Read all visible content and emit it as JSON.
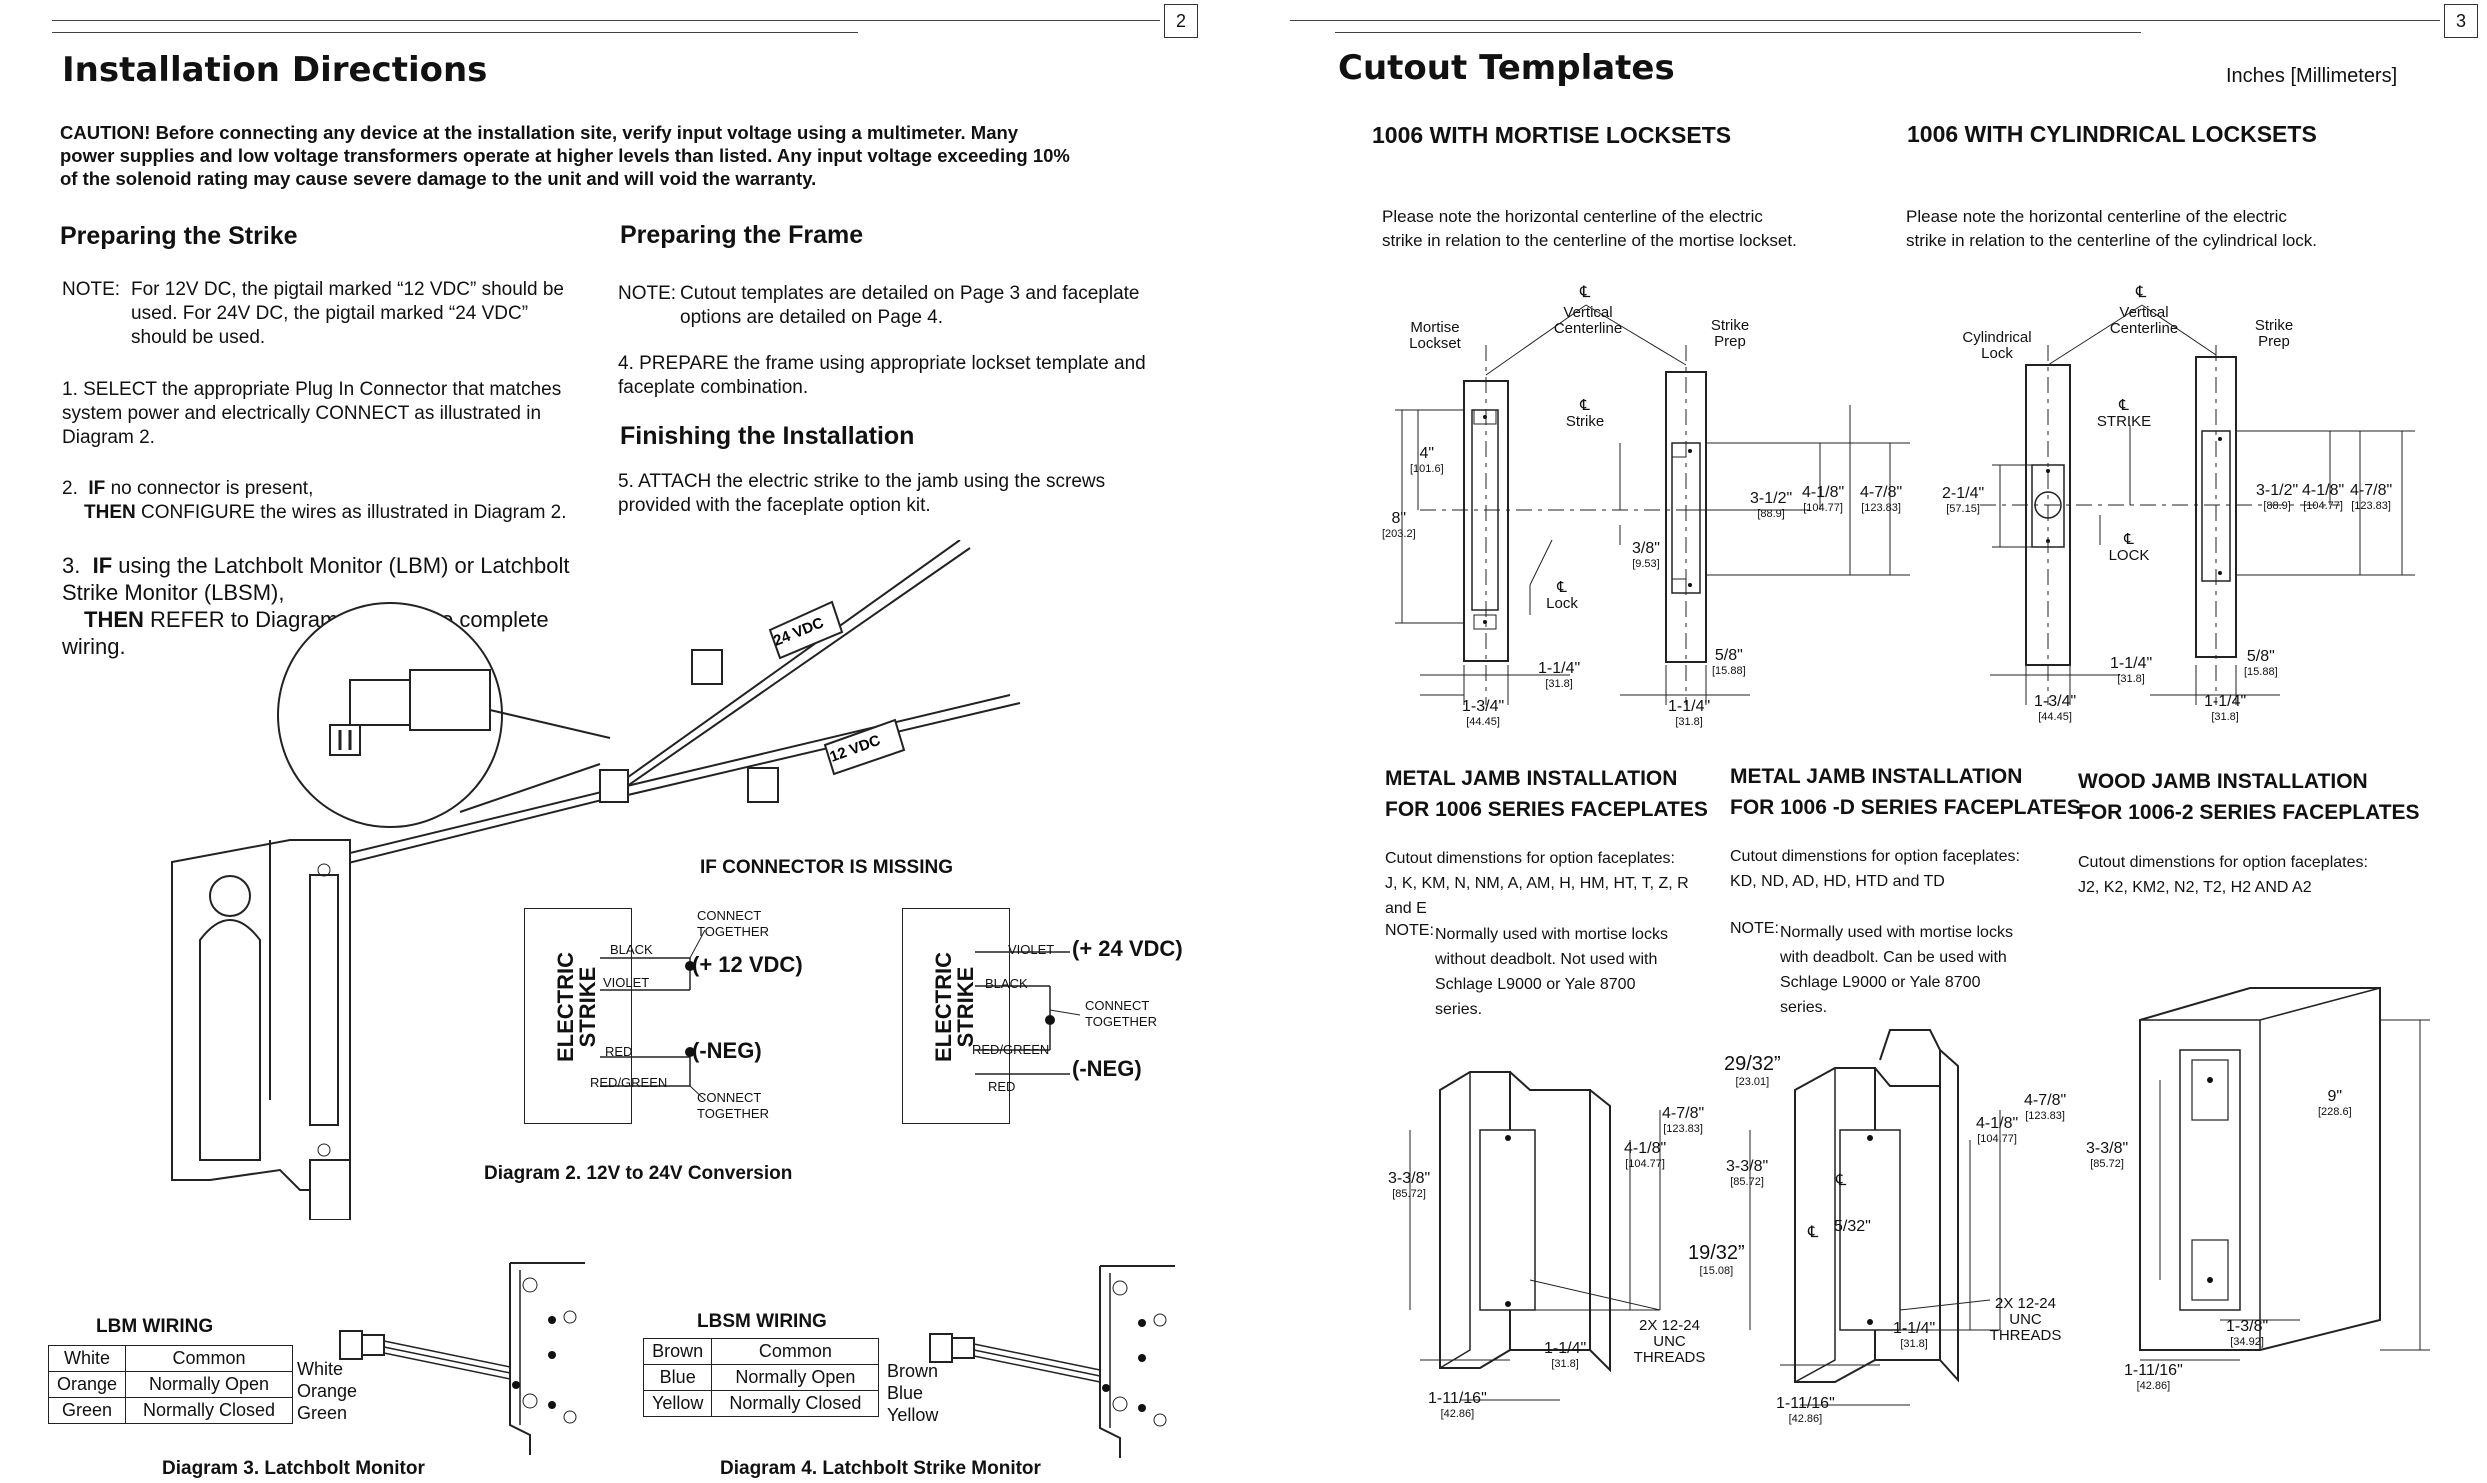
{
  "left_page": {
    "page_number": "2",
    "title": "Installation Directions",
    "caution": "CAUTION!  Before connecting any device at the installation site, verify input voltage using a multimeter.  Many power supplies and low voltage transformers operate at higher levels than listed.  Any input voltage exceeding 10% of the solenoid rating may cause severe damage to the unit and will void the warranty.",
    "preparing_strike": {
      "heading": "Preparing the Strike",
      "note_label": "NOTE:",
      "note_text": "For 12V DC, the pigtail marked “12 VDC” should be used.  For 24V DC,  the pigtail marked “24 VDC” should be used.",
      "step1": "1.  SELECT the appropriate Plug In Connector that matches system power and electrically CONNECT as illustrated in Diagram 2.",
      "step2_if": "IF",
      "step2_a": "no connector is present,",
      "step2_then": "THEN",
      "step2_b": "CONFIGURE the wires as illustrated in Diagram 2.",
      "step3_if": "IF",
      "step3_a": "using the Latchbolt Monitor (LBM) or Latchbolt Strike Monitor (LBSM),",
      "step3_then": "THEN",
      "step3_b": "REFER to Diagrams 3 and 4 to complete wiring."
    },
    "preparing_frame": {
      "heading": "Preparing the Frame",
      "note_label": "NOTE:",
      "note_text": "Cutout templates are detailed on Page 3 and faceplate options are detailed on Page 4.",
      "step4": "4.  PREPARE the frame using appropriate lockset template and faceplate combination."
    },
    "finishing": {
      "heading": "Finishing the Installation",
      "step5": "5. ATTACH the electric strike to the jamb using the screws provided with the faceplate option kit."
    },
    "pigtail_labels": {
      "v24": "24 VDC",
      "v12": "12 VDC"
    },
    "connector_missing": {
      "title": "IF CONNECTOR IS MISSING",
      "left": {
        "box": "ELECTRIC STRIKE",
        "w1": "BLACK",
        "w2": "VIOLET",
        "w3": "RED",
        "w4": "RED/GREEN",
        "c1": "CONNECT TOGETHER",
        "c2": "CONNECT TOGETHER",
        "pos": "(+ 12 VDC)",
        "neg": "(-NEG)"
      },
      "right": {
        "box": "ELECTRIC STRIKE",
        "w1": "VIOLET",
        "w2": "BLACK",
        "w3": "RED/GREEN",
        "w4": "RED",
        "c1": "CONNECT TOGETHER",
        "pos": "(+ 24 VDC)",
        "neg": "(-NEG)"
      },
      "caption": "Diagram 2.  12V to 24V Conversion"
    },
    "lbm": {
      "title": "LBM WIRING",
      "rows": [
        [
          "White",
          "Common"
        ],
        [
          "Orange",
          "Normally Open"
        ],
        [
          "Green",
          "Normally Closed"
        ]
      ],
      "wire_labels": [
        "White",
        "Orange",
        "Green"
      ],
      "caption": "Diagram 3.  Latchbolt Monitor"
    },
    "lbsm": {
      "title": "LBSM WIRING",
      "rows": [
        [
          "Brown",
          "Common"
        ],
        [
          "Blue",
          "Normally Open"
        ],
        [
          "Yellow",
          "Normally Closed"
        ]
      ],
      "wire_labels": [
        "Brown",
        "Blue",
        "Yellow"
      ],
      "caption": "Diagram 4.  Latchbolt Strike Monitor"
    }
  },
  "right_page": {
    "page_number": "3",
    "title": "Cutout Templates",
    "units": "Inches [Millimeters]",
    "mortise": {
      "heading": "1006 WITH MORTISE LOCKSETS",
      "note": "Please note the horizontal centerline of the electric strike in relation to the centerline of the mortise lockset.",
      "labels": {
        "cl": "℄",
        "vertical": "Vertical Centerline",
        "mortise": "Mortise Lockset",
        "strike_prep": "Strike Prep",
        "strike": "Strike",
        "lock": "Lock"
      },
      "dims": {
        "d4": "4\"",
        "d4mm": "[101.6]",
        "d8": "8\"",
        "d8mm": "[203.2]",
        "d38": "3/8\"",
        "d38mm": "[9.53]",
        "d312": "3-1/2\"",
        "d312mm": "[88.9]",
        "d418": "4-1/8\"",
        "d418mm": "[104.77]",
        "d478": "4-7/8\"",
        "d478mm": "[123.83]",
        "d114a": "1-1/4\"",
        "d114amm": "[31.8]",
        "d134": "1-3/4\"",
        "d134mm": "[44.45]",
        "d58": "5/8\"",
        "d58mm": "[15.88]",
        "d114b": "1-1/4\"",
        "d114bmm": "[31.8]"
      }
    },
    "cylindrical": {
      "heading": "1006 WITH CYLINDRICAL LOCKSETS",
      "note": "Please note the horizontal centerline of the electric strike in relation to the centerline of the cylindrical lock.",
      "labels": {
        "cl": "℄",
        "vertical": "Vertical Centerline",
        "cyl": "Cylindrical Lock",
        "strike_prep": "Strike Prep",
        "strike": "STRIKE",
        "lock": "LOCK"
      },
      "dims": {
        "d214": "2-1/4\"",
        "d214mm": "[57.15]",
        "d312": "3-1/2\"",
        "d312mm": "[88.9]",
        "d418": "4-1/8\"",
        "d418mm": "[104.77]",
        "d478": "4-7/8\"",
        "d478mm": "[123.83]",
        "d114a": "1-1/4\"",
        "d114amm": "[31.8]",
        "d134": "1-3/4\"",
        "d134mm": "[44.45]",
        "d58": "5/8\"",
        "d58mm": "[15.88]",
        "d114b": "1-1/4\"",
        "d114bmm": "[31.8]"
      }
    },
    "metal1": {
      "heading1": "METAL JAMB INSTALLATION",
      "heading2": "FOR 1006 SERIES FACEPLATES",
      "cut": "Cutout dimenstions for option faceplates:",
      "list": "J, K, KM, N, NM, A, AM, H, HM, HT, T, Z, R and E",
      "note_label": "NOTE:",
      "note": "Normally used with mortise locks without deadbolt.  Not used with Schlage L9000 or Yale 8700 series.",
      "dims": {
        "d338": "3-3/8\"",
        "d338mm": "[85.72]",
        "d418": "4-1/8\"",
        "d418mm": "[104.77]",
        "d478": "4-7/8\"",
        "d478mm": "[123.83]",
        "d114": "1-1/4\"",
        "d114mm": "[31.8]",
        "d11116": "1-11/16\"",
        "d11116mm": "[42.86]",
        "threads": "2X 12-24 UNC THREADS"
      }
    },
    "metal2": {
      "heading1": "METAL JAMB INSTALLATION",
      "heading2": "FOR 1006 -D SERIES FACEPLATES",
      "cut": "Cutout dimenstions for option faceplates:",
      "list": " KD, ND, AD, HD, HTD and TD",
      "note_label": "NOTE:",
      "note": "Normally used with mortise locks with deadbolt.  Can be used with Schlage L9000 or Yale 8700 series.",
      "dims": {
        "d2932": "29/32”",
        "d2932mm": "[23.01]",
        "d338": "3-3/8\"",
        "d338mm": "[85.72]",
        "d532": "5/32\"",
        "d1932": "19/32”",
        "d1932mm": "[15.08]",
        "d418": "4-1/8\"",
        "d418mm": "[104.77]",
        "d478": "4-7/8\"",
        "d478mm": "[123.83]",
        "d114": "1-1/4\"",
        "d114mm": "[31.8]",
        "d11116": "1-11/16\"",
        "d11116mm": "[42.86]",
        "threads": "2X 12-24 UNC THREADS",
        "cl": "℄"
      }
    },
    "wood": {
      "heading1": "WOOD JAMB INSTALLATION",
      "heading2": "FOR 1006-2 SERIES FACEPLATES",
      "cut": "Cutout dimenstions for option faceplates:",
      "list": "J2, K2, KM2, N2, T2, H2 AND A2",
      "dims": {
        "d9": "9\"",
        "d9mm": "[228.6]",
        "d338": "3-3/8\"",
        "d338mm": "[85.72]",
        "d138": "1-3/8\"",
        "d138mm": "[34.92]",
        "d11116": "1-11/16\"",
        "d11116mm": "[42.86]"
      }
    }
  }
}
